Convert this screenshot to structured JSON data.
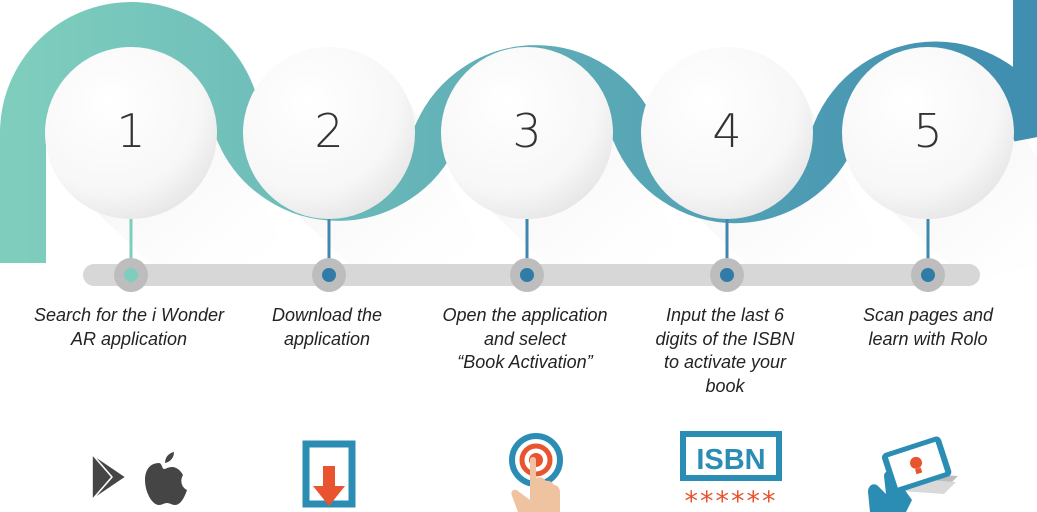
{
  "steps": [
    {
      "number": "1",
      "caption": "Search for the i Wonder\nAR application",
      "icon": "store-logos-icon"
    },
    {
      "number": "2",
      "caption": "Download the\napplication",
      "icon": "download-icon"
    },
    {
      "number": "3",
      "caption": "Open the application\nand select\n“Book Activation”",
      "icon": "tap-finger-icon"
    },
    {
      "number": "4",
      "caption": "Input the last 6\ndigits of the ISBN\nto activate your\nbook",
      "icon": "isbn-icon"
    },
    {
      "number": "5",
      "caption": "Scan pages and\nlearn with Rolo",
      "icon": "scan-tablet-icon"
    }
  ],
  "isbn_label": "ISBN",
  "isbn_digits": "******",
  "colors": {
    "ring_start": "#7ecdbd",
    "ring_end": "#3f8db0",
    "timeline": "#d7d7d7",
    "connector_first": "#7ecdbd",
    "connector": "#3f87ae",
    "dot": "#2f7ca8",
    "arrow": "#e8542f",
    "isbn_box": "#2b8db3",
    "stars": "#e8542f",
    "icon_dark": "#444444"
  }
}
